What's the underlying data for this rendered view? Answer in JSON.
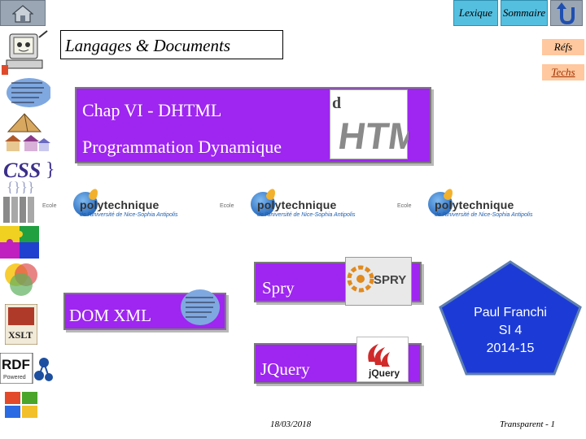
{
  "top_nav": {
    "lexique": "Lexique",
    "sommaire": "Sommaire"
  },
  "header": {
    "title": "Langages & Documents"
  },
  "links": {
    "refs": "Réfs",
    "techs": "Techs"
  },
  "sidebar": {
    "items": [
      {
        "icon": "computer-icon"
      },
      {
        "icon": "document-cloud-icon"
      },
      {
        "icon": "pyramid-icon"
      },
      {
        "icon": "houses-icon"
      },
      {
        "icon": "css-icon",
        "text": "CSS"
      },
      {
        "icon": "html-columns-icon"
      },
      {
        "icon": "puzzle-icon"
      },
      {
        "icon": "venn-diagram-icon"
      },
      {
        "icon": "xslt-book-icon",
        "text": "XSLT"
      },
      {
        "icon": "rdf-icon",
        "text": "RDF",
        "subtext": "Powered"
      },
      {
        "icon": "windows-logo-icon"
      }
    ]
  },
  "chapter": {
    "line1": "Chap VI - DHTML",
    "line2": "Programmation Dynamique",
    "image_text": "HTML"
  },
  "logos": {
    "ecole": "Ecole",
    "name": "polytechnique",
    "subtitle": "de l'université de Nice-Sophia Antipolis"
  },
  "topics": {
    "spry": "Spry",
    "spry_logo": "SPRY",
    "dom_xml": "DOM XML",
    "jquery": "JQuery",
    "jquery_logo": "jQuery"
  },
  "author": {
    "name": "Paul Franchi",
    "course": "SI 4",
    "year": "2014-15"
  },
  "footer": {
    "date": "18/03/2018",
    "page": "Transparent - 1"
  },
  "colors": {
    "purple": "#9e26f0",
    "nav_blue": "#55bfe0",
    "link_peach": "#ffc89e",
    "pentagon_blue": "#1c3bd6"
  }
}
